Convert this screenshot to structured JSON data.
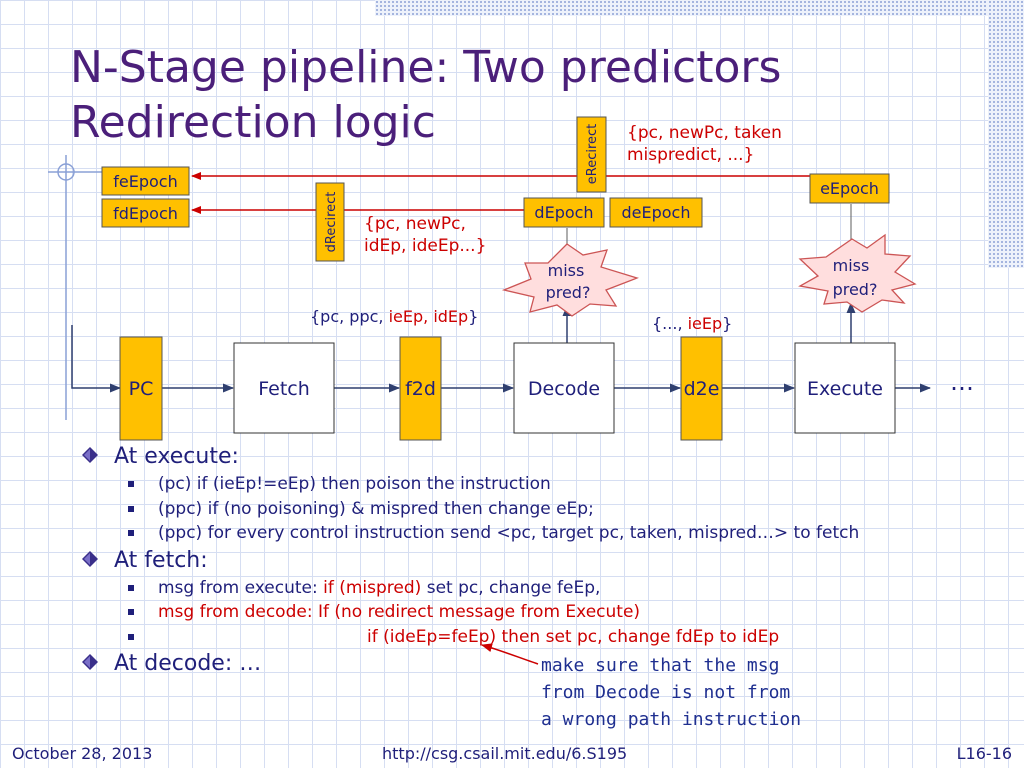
{
  "title": {
    "line1": "N-Stage pipeline: Two predictors",
    "line2": "Redirection logic"
  },
  "diagram": {
    "epoch_boxes": {
      "feEpoch": "feEpoch",
      "fdEpoch": "fdEpoch",
      "dEpoch": "dEpoch",
      "deEpoch": "deEpoch",
      "eEpoch": "eEpoch"
    },
    "redirect_fifos": {
      "eRecirect": "eRecirect",
      "dRecirect": "dRecirect"
    },
    "stages": {
      "pc": "PC",
      "fetch": "Fetch",
      "f2d": "f2d",
      "decode": "Decode",
      "d2e": "d2e",
      "execute": "Execute",
      "ellipsis": "…"
    },
    "mispred_stars": [
      "miss pred?",
      "miss pred?"
    ],
    "messages": {
      "execute_redirect_line1": "{pc, newPc, taken",
      "execute_redirect_line2": "mispredict, ...}",
      "decode_redirect_line1": "{pc, newPc,",
      "decode_redirect_line2": "idEp, ideEp...}",
      "f2d_prefix": "{pc, ppc, ",
      "f2d_highlight": "ieEp, idEp",
      "f2d_suffix": "}",
      "d2e_prefix": "{..., ",
      "d2e_highlight": "ieEp",
      "d2e_suffix": "}"
    },
    "colors": {
      "box_fill": "#ffc000",
      "arrow_red": "#cc0000",
      "text_navy": "#1f1f7a",
      "title_purple": "#4b1f7a"
    }
  },
  "bullets": {
    "execute": {
      "heading": "At execute:",
      "items": [
        "(pc) if (ieEp!=eEp) then poison the instruction",
        "(ppc) if (no poisoning) & mispred then change eEp;",
        "(ppc) for every control instruction send <pc, target pc, taken, mispred…> to fetch"
      ]
    },
    "fetch": {
      "heading": "At fetch:",
      "item1_prefix": "msg from execute: ",
      "item1_red": "if (mispred)",
      "item1_suffix": " set pc, change feEp,",
      "item2": "msg from decode: If (no redirect message from Execute)",
      "item3": "if (ideEp=feEp) then set pc, change fdEp to  idEp"
    },
    "decode": {
      "heading": "At decode: …"
    }
  },
  "annotation": {
    "line1": "make sure that the msg",
    "line2": "from Decode is not from",
    "line3": "a wrong path instruction"
  },
  "footer": {
    "date": "October 28, 2013",
    "url": "http://csg.csail.mit.edu/6.S195",
    "slide": "L16-16"
  }
}
